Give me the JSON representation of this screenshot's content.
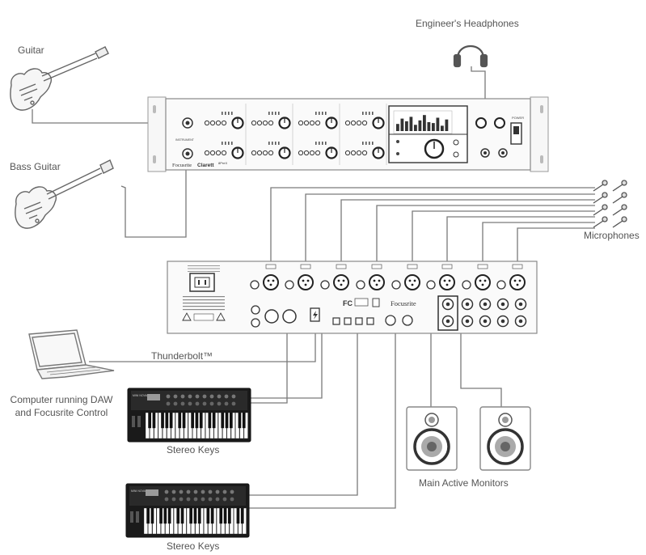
{
  "labels": {
    "guitar": "Guitar",
    "bass_guitar": "Bass Guitar",
    "headphones": "Engineer's Headphones",
    "microphones": "Microphones",
    "thunderbolt": "Thunderbolt™",
    "computer_line1": "Computer running DAW",
    "computer_line2": "and Focusrite Control",
    "stereo_keys_1": "Stereo Keys",
    "stereo_keys_2": "Stereo Keys",
    "monitors": "Main Active Monitors"
  },
  "front_panel": {
    "brand": "Focusrite",
    "model": "Clarett",
    "model_suffix": "8PreX",
    "instrument_label": "INSTRUMENT",
    "power_label": "POWER"
  },
  "rear_panel": {
    "fc_mark": "FC",
    "brand": "Focusrite"
  },
  "synth": {
    "brand": "MINI NOVA"
  },
  "colors": {
    "line": "#777777",
    "device_outline": "#999999",
    "device_fill": "#f4f4f4",
    "dark": "#222222",
    "label": "#555555"
  }
}
